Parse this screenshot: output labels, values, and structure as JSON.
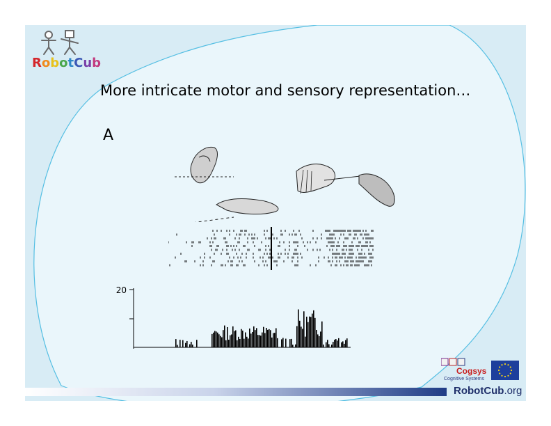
{
  "slide": {
    "title": "More intricate motor and sensory representation…",
    "panel_label": "A"
  },
  "logo": {
    "letters": [
      "R",
      "o",
      "b",
      "o",
      "t",
      "C",
      "u",
      "b"
    ],
    "letter_colors": [
      "#d4262b",
      "#f08a1c",
      "#e8c21a",
      "#4aa74a",
      "#2e86c8",
      "#3b58b5",
      "#7a3fa8",
      "#c2397e"
    ]
  },
  "histogram": {
    "y_tick_label": "20"
  },
  "cogsys": {
    "name": "Cogsys",
    "subtitle": "Cognitive Systems"
  },
  "footer": {
    "brand_bold": "RobotCub",
    "brand_suffix": ".org"
  },
  "colors": {
    "background": "#d8ecf5",
    "blob_fill": "#eaf6fb",
    "blob_stroke": "#55bfe3",
    "footer_bar": "#1f3c86"
  },
  "icons": {
    "logo_figures": "two-stick-children-icon",
    "cogsys_logo": "cogsys-squares-icon",
    "eu_flag": "eu-flag-icon"
  }
}
